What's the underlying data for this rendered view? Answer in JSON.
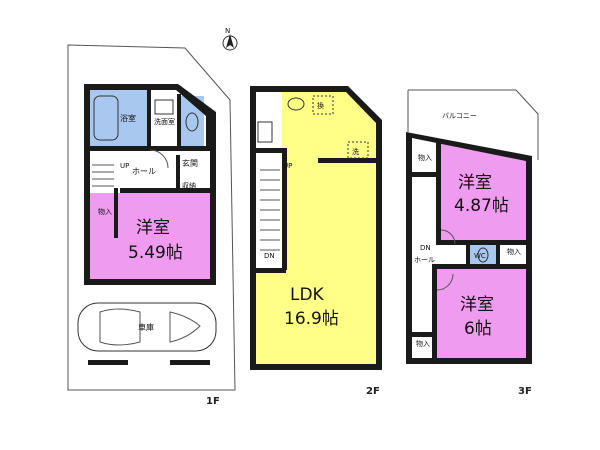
{
  "compass": {
    "label": "N"
  },
  "floor1": {
    "label": "1F",
    "bath": "浴室",
    "washroom": "洗面室",
    "entrance": "玄関",
    "up": "UP",
    "hall": "ホール",
    "storage_small": "収納",
    "closet": "物入",
    "room_name": "洋室",
    "room_size": "5.49帖",
    "garage": "車庫"
  },
  "floor2": {
    "label": "2F",
    "up": "UP",
    "dn": "DN",
    "ldk_name": "LDK",
    "ldk_size": "16.9帖",
    "mark_top": "換",
    "mark_side": "洗"
  },
  "floor3": {
    "label": "3F",
    "balcony": "バルコニー",
    "closet_top": "物入",
    "room1_name": "洋室",
    "room1_size": "4.87帖",
    "dn": "DN",
    "hall": "ホール",
    "wc": "WC",
    "closet_right": "物入",
    "closet_bottom": "物入",
    "room2_name": "洋室",
    "room2_size": "6帖"
  },
  "colors": {
    "room_pink": "#ef9bef",
    "ldk_yellow": "#ffff88",
    "wet_blue": "#a9c8f0",
    "wall": "#1a1a1a"
  }
}
